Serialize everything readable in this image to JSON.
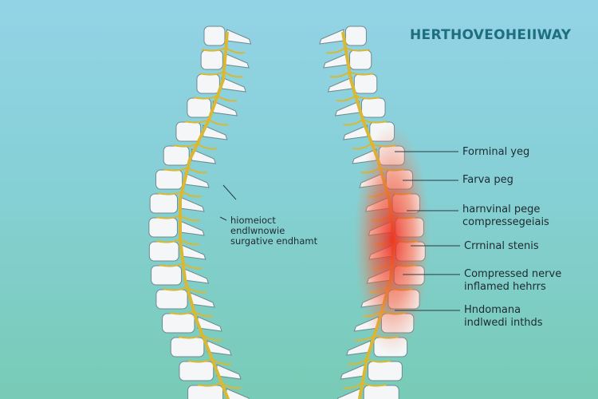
{
  "title": "HERTHOVEOHEIIWAY",
  "left_label": [
    "hiomeioct",
    "endlwnowie",
    "surgative endhamt"
  ],
  "right_labels": [
    [
      "Forminal yeg"
    ],
    [
      "Farva peg"
    ],
    [
      "harnvinal pege",
      "compressegeiais"
    ],
    [
      "Crrninal stenis"
    ],
    [
      "Compressed nerve",
      "inflamed hehrrs"
    ],
    [
      "Hndomana",
      "indlwedi inthds"
    ]
  ],
  "colors": {
    "bone": "#f4f6f7",
    "nerve": "#d9b835",
    "inflammation": "#ee3a2a",
    "title": "#1e6e80"
  }
}
